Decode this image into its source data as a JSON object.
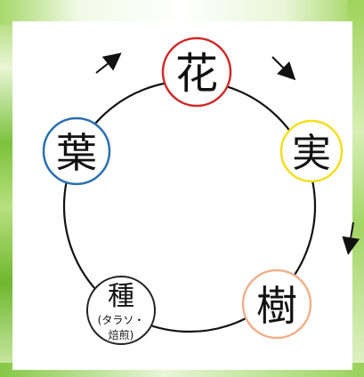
{
  "diagram": {
    "nodes": [
      {
        "id": "flower",
        "label": "花",
        "color": "#cc2a2a"
      },
      {
        "id": "fruit",
        "label": "実",
        "color": "#f2df1e"
      },
      {
        "id": "tree",
        "label": "樹",
        "color": "#efb08a"
      },
      {
        "id": "seed",
        "label": "種",
        "sublabel_line1": "(タラソ・",
        "sublabel_line2": "焙煎)",
        "color": "#222222"
      },
      {
        "id": "leaf",
        "label": "葉",
        "color": "#2a6fae"
      }
    ],
    "cycle_direction": "clockwise",
    "arrows": 3
  }
}
